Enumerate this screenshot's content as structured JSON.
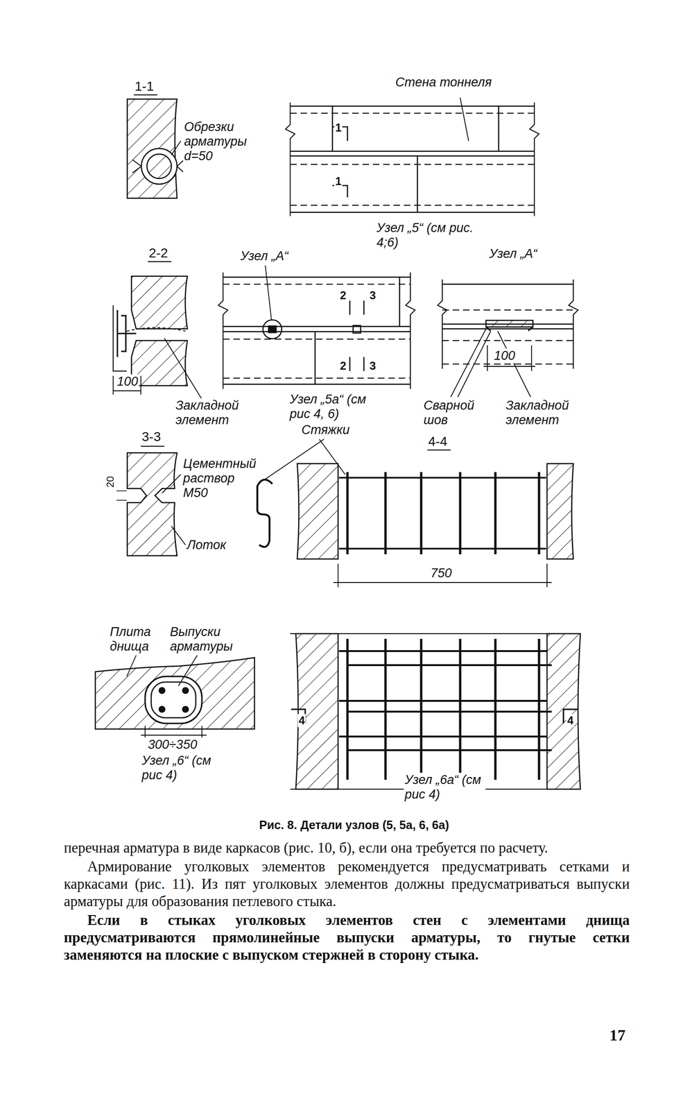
{
  "diagram": {
    "caption": "Рис. 8. Детали узлов (5, 5а, 6, 6а)",
    "labels": [
      "1-1",
      "Обрезки арматуры d=50",
      "Стена тоннеля",
      "1",
      "1",
      "Узел „5“ (см рис. 4;6)",
      "2-2",
      "Узел „А“",
      "Узел „А“",
      "2",
      "3",
      "2",
      "3",
      "100",
      "Закладной элемент",
      "Узел „5а“ (см рис 4, 6)",
      "100",
      "Сварной шов",
      "Закладной элемент",
      "3-3",
      "Стяжки",
      "4-4",
      "20",
      "Цементный раствор М50",
      "Лоток",
      "750",
      "Плита днища",
      "Выпуски арматуры",
      "300÷350",
      "Узел „6“ (см рис 4)",
      "4",
      "4",
      "Узел „6а“ (см рис 4)",
      "перечная арматура в виде каркасов (рис. 10, б), если она требуется по расчету.",
      "Армирование уголковых элементов рекомендуется предусматривать сетками и каркасами (рис. 11). Из пят уголковых элементов должны предусматриваться выпуски арматуры для образования петлевого стыка.",
      "Если в стыках уголковых элементов стен с элементами днища предусматриваются прямолинейные выпуски арматуры, то гнутые сетки заменяются на плоские с выпуском стержней в сторону стыка.",
      "17"
    ]
  }
}
